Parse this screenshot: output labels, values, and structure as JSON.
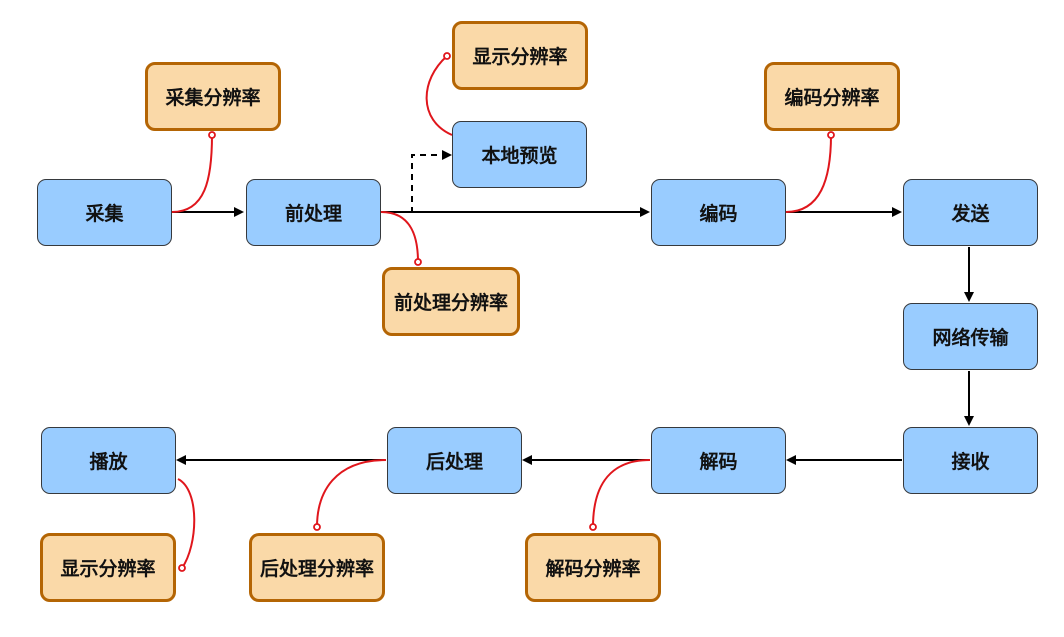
{
  "colors": {
    "step_fill": "#99ccff",
    "step_border": "#36393d",
    "res_fill": "#fad9a8",
    "res_border": "#b46504",
    "arrow": "#000000",
    "link": "#e0161c"
  },
  "steps": {
    "capture": "采集",
    "preprocess": "前处理",
    "local_preview": "本地预览",
    "encode": "编码",
    "send": "发送",
    "network": "网络传输",
    "receive": "接收",
    "decode": "解码",
    "postprocess": "后处理",
    "play": "播放"
  },
  "resolutions": {
    "capture": "采集分辨率",
    "display_top": "显示分辨率",
    "preprocess": "前处理分辨率",
    "encode": "编码分辨率",
    "decode": "解码分辨率",
    "postprocess": "后处理分辨率",
    "display_bottom": "显示分辨率"
  }
}
